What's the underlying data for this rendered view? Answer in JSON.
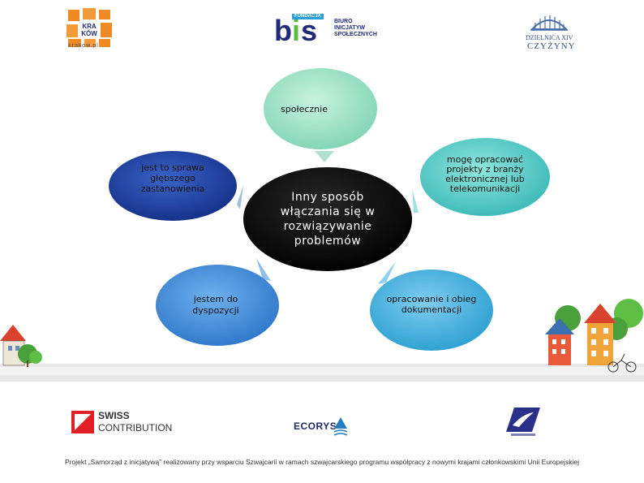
{
  "header": {
    "krakow_logo_text": "KRA KÓW",
    "krakow_url": "krakow.pl",
    "bis_logo_letters": "bis",
    "bis_fund_label": "FUNDACJA",
    "bis_name_lines": [
      "BIURO",
      "INICJATYW",
      "SPOŁECZNYCH"
    ],
    "czyzyny_line1": "DZIELNICA XIV",
    "czyzyny_line2": "CZYŻYNY"
  },
  "diagram": {
    "center": "Inny sposób włączania się w rozwiązywanie problemów",
    "top": "społecznie",
    "left": "jest to sprawa głębszego zastanowienia",
    "right": "mogę opracować projekty z branży elektronicznej lub telekomunikacji",
    "bottom_left": "jestem do dyspozycji",
    "bottom_right": "opracowanie i obieg dokumentacji"
  },
  "footer": {
    "swiss_line1": "SWISS",
    "swiss_line2": "CONTRIBUTION",
    "ecorys": "ECORYS",
    "caption": "Projekt „Samorząd z inicjatywą” realizowany przy wsparciu Szwajcarii w ramach szwajcarskiego programu współpracy z nowymi krajami członkowskimi Unii Europejskiej"
  },
  "colors": {
    "center": "#0d0d0d",
    "top": "#9fe3c4",
    "left": "#1c3fa3",
    "right": "#5fd0c8",
    "bottom_left": "#3f8fd9",
    "bottom_right": "#45b3df",
    "swiss_red": "#e31f26",
    "bis_blue": "#1f2b78",
    "krakow_orange": "#f08a24"
  }
}
